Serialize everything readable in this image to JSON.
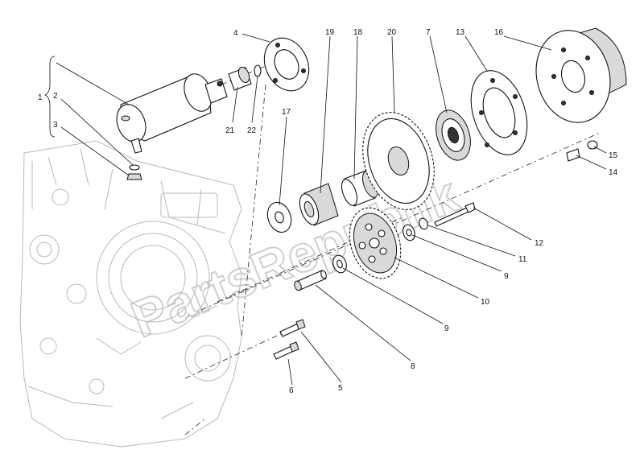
{
  "watermark": "PartsRepublik",
  "callouts": [
    {
      "id": "1",
      "label": "1"
    },
    {
      "id": "2",
      "label": "2"
    },
    {
      "id": "3",
      "label": "3"
    },
    {
      "id": "4",
      "label": "4"
    },
    {
      "id": "19",
      "label": "19"
    },
    {
      "id": "18",
      "label": "18"
    },
    {
      "id": "20",
      "label": "20"
    },
    {
      "id": "7",
      "label": "7"
    },
    {
      "id": "13",
      "label": "13"
    },
    {
      "id": "16",
      "label": "16"
    },
    {
      "id": "17",
      "label": "17"
    },
    {
      "id": "21",
      "label": "21"
    },
    {
      "id": "22",
      "label": "22"
    },
    {
      "id": "15",
      "label": "15"
    },
    {
      "id": "14",
      "label": "14"
    },
    {
      "id": "12",
      "label": "12"
    },
    {
      "id": "11",
      "label": "11"
    },
    {
      "id": "9a",
      "label": "9"
    },
    {
      "id": "10",
      "label": "10"
    },
    {
      "id": "9b",
      "label": "9"
    },
    {
      "id": "8",
      "label": "8"
    },
    {
      "id": "5",
      "label": "5"
    },
    {
      "id": "6",
      "label": "6"
    }
  ]
}
